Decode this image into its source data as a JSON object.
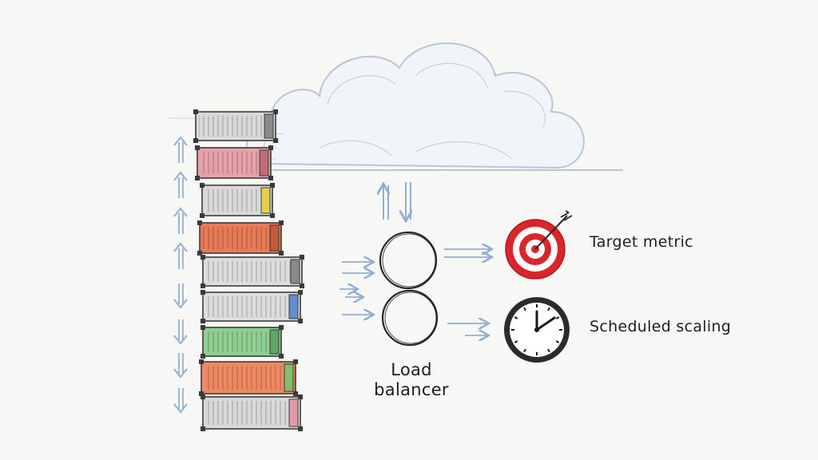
{
  "labels": {
    "target_metric": "Target metric",
    "scheduled_scaling": "Scheduled scaling",
    "load_balancer_line1": "Load",
    "load_balancer_line2": "balancer"
  },
  "icons": {
    "cloud": "cloud-icon",
    "target": "target-icon",
    "clock": "clock-icon",
    "container": "shipping-container-icon",
    "arrow": "arrow-icon"
  },
  "containers": [
    {
      "color": "#d9d9d9",
      "accent": "#8a8a8a"
    },
    {
      "color": "#e7a1a8",
      "accent": "#c06c76"
    },
    {
      "color": "#d9d9d9",
      "accent": "#e4d04a"
    },
    {
      "color": "#e77b57",
      "accent": "#c75a36"
    },
    {
      "color": "#dcdcdc",
      "accent": "#8a8a8a"
    },
    {
      "color": "#dcdcdc",
      "accent": "#5f8fd0"
    },
    {
      "color": "#8fcf92",
      "accent": "#5ea767"
    },
    {
      "color": "#ee8a62",
      "accent": "#7fbf6f"
    },
    {
      "color": "#d9d9d9",
      "accent": "#e79aa6"
    }
  ],
  "colors": {
    "arrow": "#8fb0d4",
    "ink": "#2a2a2a",
    "target_red": "#d8262a",
    "cloud_stroke": "#b9c6d6"
  }
}
